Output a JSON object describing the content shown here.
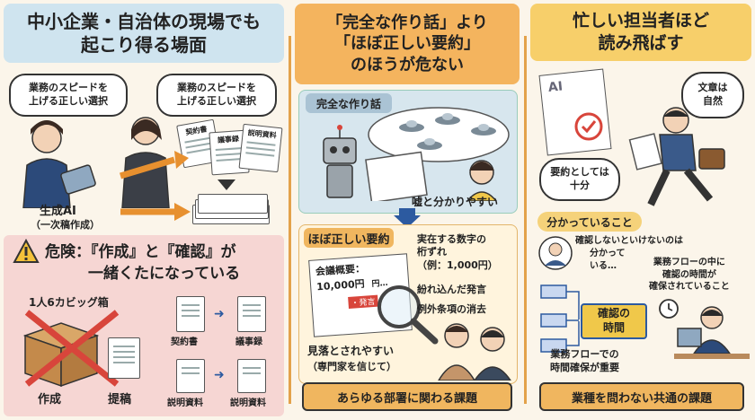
{
  "panel1": {
    "title_line1": "中小企業・自治体の現場でも",
    "title_line2": "起こり得る場面",
    "bubble_left_1": "業務のスピードを",
    "bubble_left_2": "上げる正しい選択",
    "bubble_right_1": "業務のスピードを",
    "bubble_right_2": "上げる正しい選択",
    "doc_contract": "契約書",
    "doc_minutes": "議事録",
    "doc_manual": "説明資料",
    "genai_label": "生成AI",
    "genai_sub": "（一次稿作成）",
    "danger_line1": "危険：『作成』と『確認』が",
    "danger_line2": "一緒くたになっている",
    "box_label": "1人6カビッグ箱",
    "create_label": "作成",
    "submit_label": "提稿",
    "flow_contract": "契約書",
    "flow_minutes": "議事録",
    "flow_manual_a": "説明資料",
    "flow_manual_b": "説明資料"
  },
  "panel2": {
    "title_line1": "「完全な作り話」より",
    "title_line2": "「ほぼ正しい要約」",
    "title_line3": "のほうが危ない",
    "fiction_label": "完全な作り話",
    "fiction_caption": "嘘と分かりやすい",
    "summary_label": "ほぼ正しい要約",
    "doc_heading": "会議概要：",
    "doc_amount": "10,000円",
    "doc_yen": "円…",
    "doc_remark": "・発言",
    "point1_line1": "実在する数字の",
    "point1_line2": "桁ずれ",
    "point1_line3": "（例：1,000円）",
    "point2": "紛れ込んだ発言",
    "point3": "例外条項の消去",
    "overlook_line1": "見落とされやすい",
    "overlook_line2": "（専門家を信じて）",
    "bottom": "あらゆる部署に関わる課題"
  },
  "panel3": {
    "title_line1": "忙しい担当者ほど",
    "title_line2": "読み飛ばす",
    "ai_doc_label": "AI",
    "bubble_natural_1": "文章は",
    "bubble_natural_2": "自然",
    "bubble_summary_1": "要約としては",
    "bubble_summary_2": "十分",
    "known_label": "分かっていること",
    "thought_1": "確認しないといけないのは",
    "thought_2": "分かって",
    "thought_3": "いる…",
    "flow_note_1": "業務フローの中に",
    "flow_note_2": "確認の時間が",
    "flow_note_3": "確保されていること",
    "confirm_1": "確認の",
    "confirm_2": "時間",
    "flow_time_1": "業務フローでの",
    "flow_time_2": "時間確保が重要",
    "bottom": "業種を問わない共通の課題"
  },
  "colors": {
    "background": "#fbf5ea",
    "accent_orange": "#f0b65f",
    "title_blue": "#cfe4ef",
    "danger_pink": "#f6d6d3",
    "cross_red": "#d8453b"
  }
}
